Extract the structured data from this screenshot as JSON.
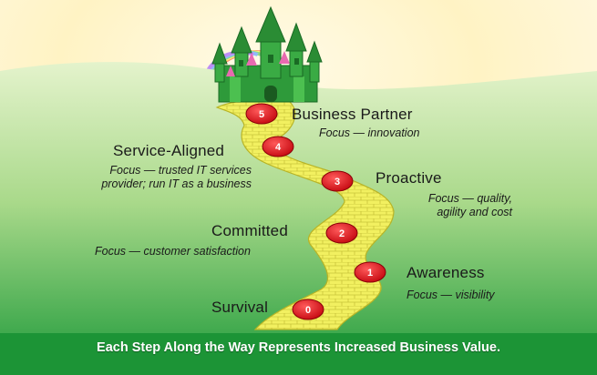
{
  "stages": [
    {
      "number": "0",
      "title": "Survival",
      "focus": ""
    },
    {
      "number": "1",
      "title": "Awareness",
      "focus": "Focus — visibility"
    },
    {
      "number": "2",
      "title": "Committed",
      "focus": "Focus — customer satisfaction"
    },
    {
      "number": "3",
      "title": "Proactive",
      "focus": "Focus — quality,\nagility and cost"
    },
    {
      "number": "4",
      "title": "Service-Aligned",
      "focus": "Focus — trusted IT services\nprovider; run IT as a business"
    },
    {
      "number": "5",
      "title": "Business Partner",
      "focus": "Focus — innovation"
    }
  ],
  "caption": "Each Step Along the Way Represents Increased Business Value.",
  "colors": {
    "sky": "#fff7d6",
    "hill_top": "#dcefc0",
    "hill_bottom": "#1f9a3a",
    "road": "#f2f060",
    "road_edge": "#b8b426",
    "badge": "#e0141b",
    "castle": "#2e9a3a",
    "rainbow": [
      "#ff4a4a",
      "#ffa640",
      "#fff160",
      "#6ad06a",
      "#6aa8ff",
      "#a86aff"
    ]
  },
  "icons": {
    "castle": "castle-icon",
    "road": "brick-road-icon"
  }
}
